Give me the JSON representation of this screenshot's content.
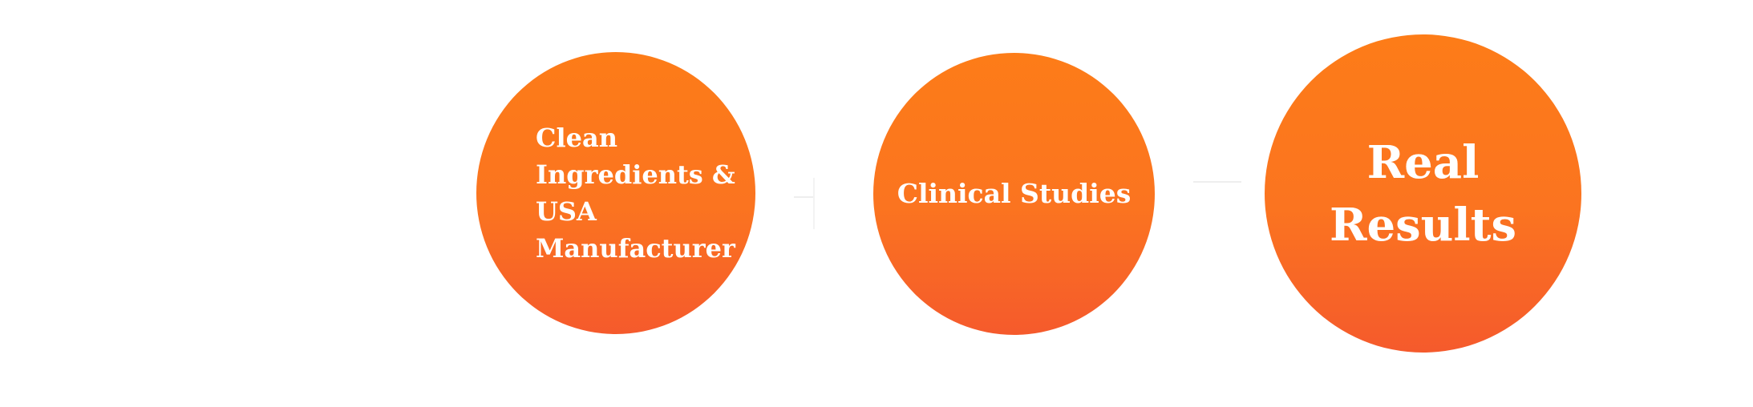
{
  "steps": [
    {
      "label": "Clean\nIngredients &\nUSA\nManufacturer"
    },
    {
      "label": "Clinical Studies"
    },
    {
      "label": "Real\nResults"
    }
  ],
  "colors": {
    "circle_top": "#fd7c18",
    "circle_bottom": "#f55a2c",
    "text": "#ffffff",
    "background": "#ffffff"
  }
}
